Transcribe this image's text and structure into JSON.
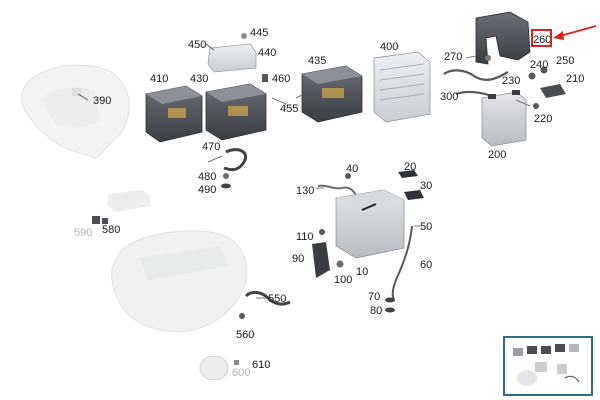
{
  "parts": [
    {
      "id": "p390",
      "text": "390"
    },
    {
      "id": "p450",
      "text": "450"
    },
    {
      "id": "p445",
      "text": "445"
    },
    {
      "id": "p440",
      "text": "440"
    },
    {
      "id": "p410",
      "text": "410"
    },
    {
      "id": "p430",
      "text": "430"
    },
    {
      "id": "p460",
      "text": "460"
    },
    {
      "id": "p455",
      "text": "455"
    },
    {
      "id": "p435",
      "text": "435"
    },
    {
      "id": "p400",
      "text": "400"
    },
    {
      "id": "p270",
      "text": "270"
    },
    {
      "id": "p260",
      "text": "260"
    },
    {
      "id": "p240",
      "text": "240"
    },
    {
      "id": "p250",
      "text": "250"
    },
    {
      "id": "p230",
      "text": "230"
    },
    {
      "id": "p210",
      "text": "210"
    },
    {
      "id": "p300",
      "text": "300"
    },
    {
      "id": "p220",
      "text": "220"
    },
    {
      "id": "p200",
      "text": "200"
    },
    {
      "id": "p470",
      "text": "470"
    },
    {
      "id": "p480",
      "text": "480"
    },
    {
      "id": "p490",
      "text": "490"
    },
    {
      "id": "p40",
      "text": "40"
    },
    {
      "id": "p20",
      "text": "20"
    },
    {
      "id": "p30",
      "text": "30"
    },
    {
      "id": "p130",
      "text": "130"
    },
    {
      "id": "p590",
      "text": "590"
    },
    {
      "id": "p580",
      "text": "580"
    },
    {
      "id": "p110",
      "text": "110"
    },
    {
      "id": "p50",
      "text": "50"
    },
    {
      "id": "p90",
      "text": "90"
    },
    {
      "id": "p10",
      "text": "10"
    },
    {
      "id": "p100",
      "text": "100"
    },
    {
      "id": "p60",
      "text": "60"
    },
    {
      "id": "p550",
      "text": "550"
    },
    {
      "id": "p70",
      "text": "70"
    },
    {
      "id": "p80",
      "text": "80"
    },
    {
      "id": "p560",
      "text": "560"
    },
    {
      "id": "p610",
      "text": "610"
    },
    {
      "id": "p600",
      "text": "600"
    }
  ],
  "highlight": {
    "part": "260",
    "color": "#e02020"
  },
  "colors": {
    "label": "#1a1a1a",
    "grey_label": "#b4b4b4",
    "thumbnail_border": "#2b6f86",
    "part_fill": "#d6d9dc",
    "part_dark": "#4a4d52"
  }
}
